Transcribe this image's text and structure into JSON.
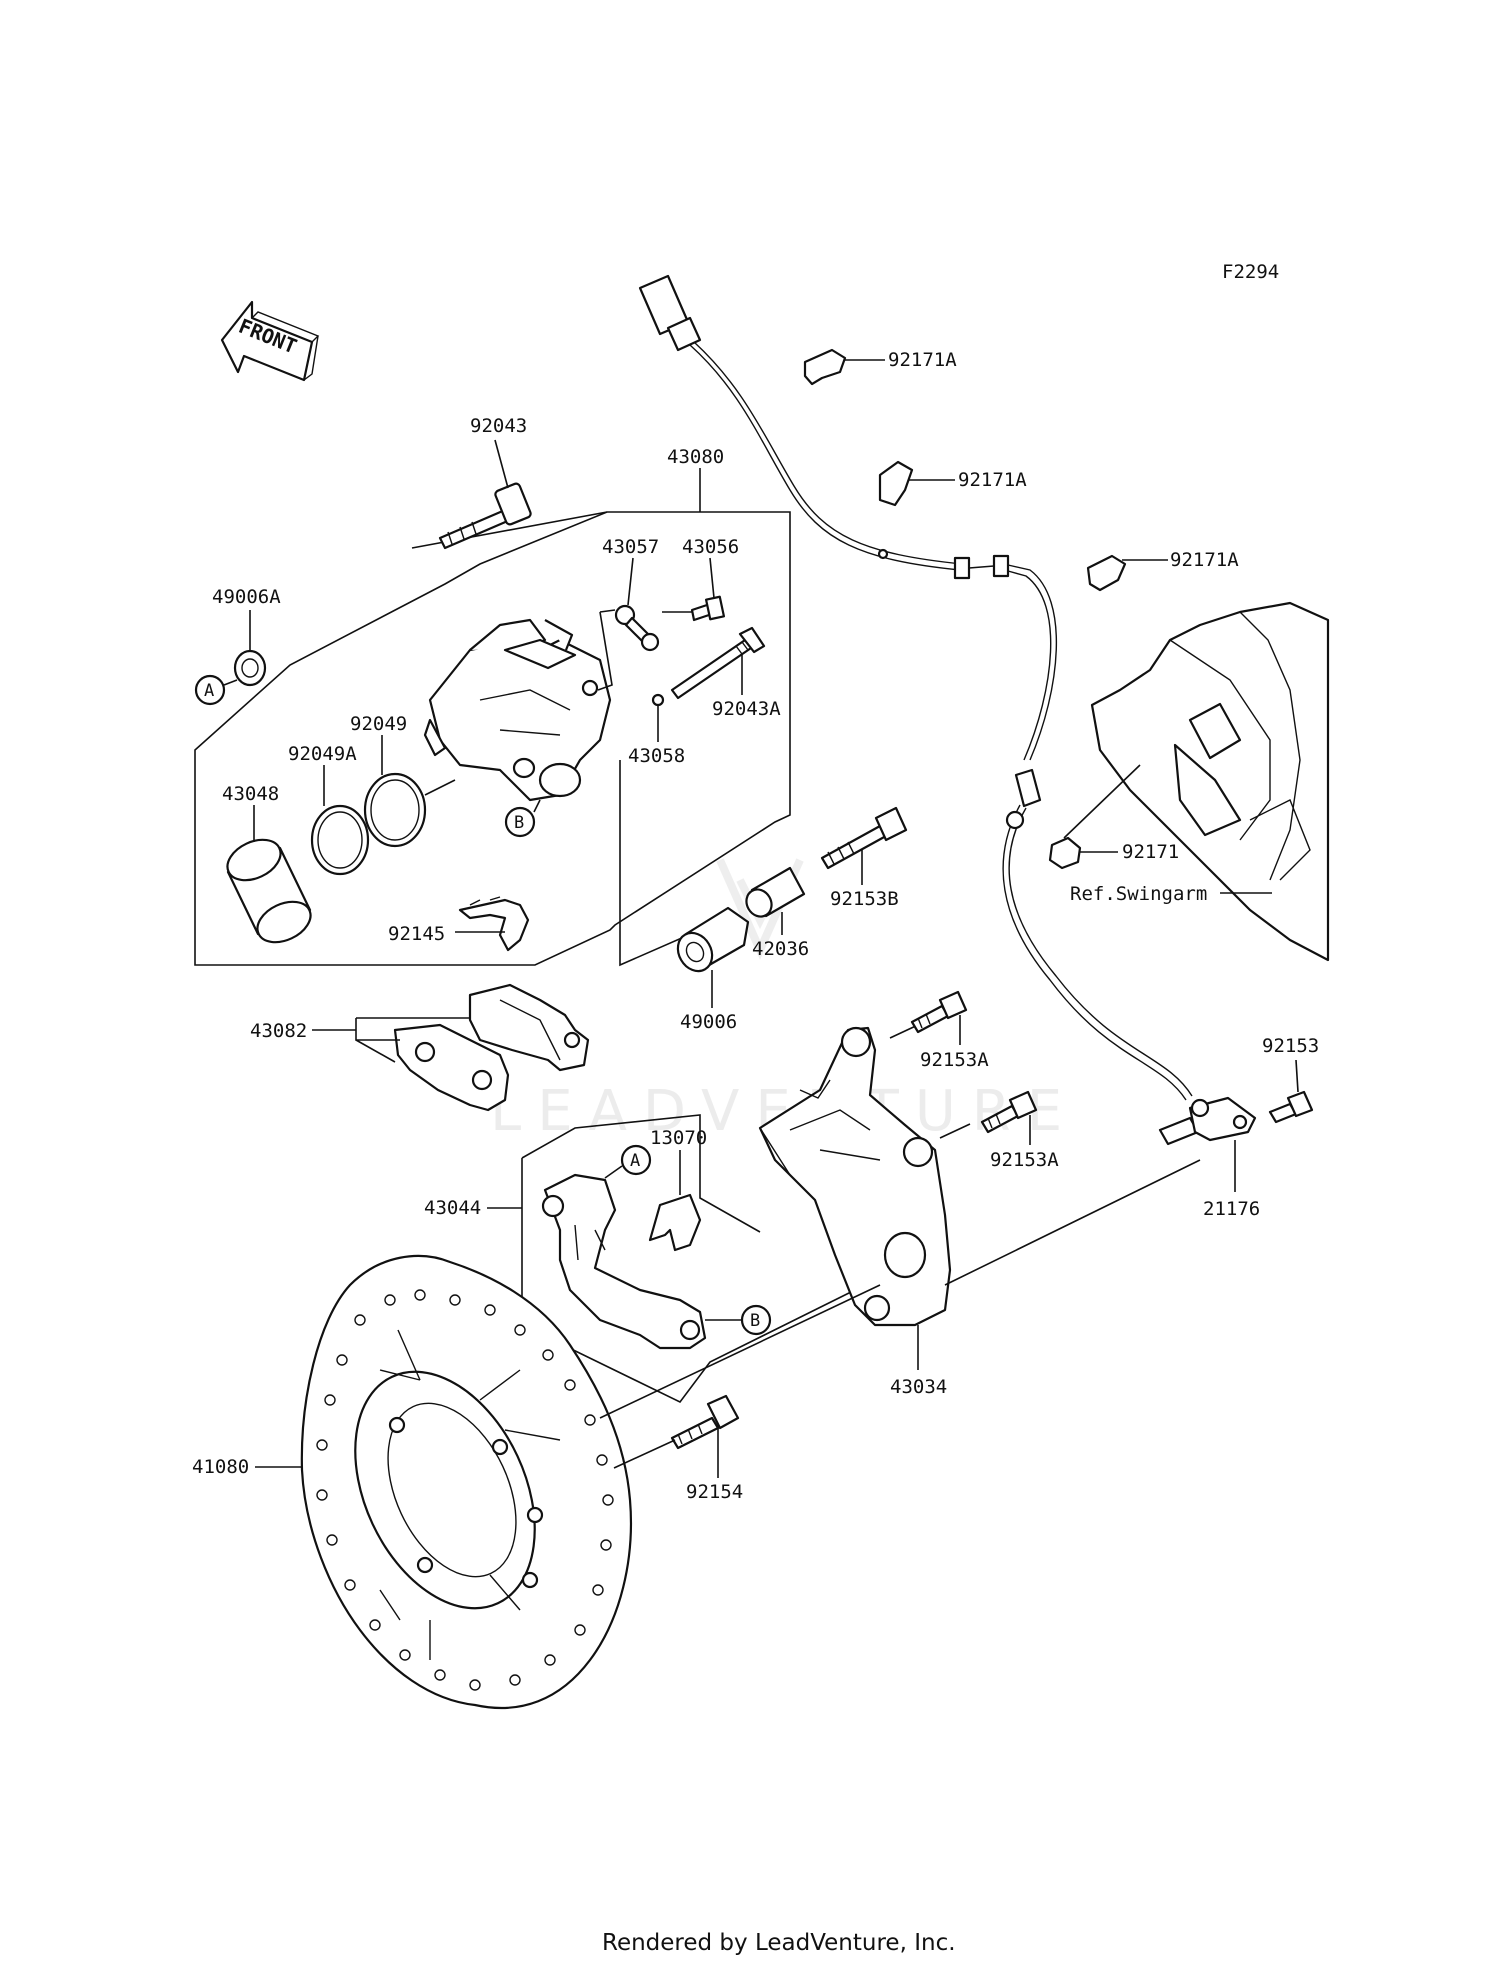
{
  "diagram": {
    "code": "F2294",
    "front_label": "FRONT",
    "footer": "Rendered by LeadVenture, Inc.",
    "watermark": "LEADVENTURE",
    "reference": "Ref.Swingarm",
    "callouts": {
      "a": "A",
      "b": "B"
    },
    "parts": [
      {
        "id": "p92043",
        "label": "92043"
      },
      {
        "id": "p43080",
        "label": "43080"
      },
      {
        "id": "p43057",
        "label": "43057"
      },
      {
        "id": "p43056",
        "label": "43056"
      },
      {
        "id": "p49006A",
        "label": "49006A"
      },
      {
        "id": "p92049",
        "label": "92049"
      },
      {
        "id": "p92049A",
        "label": "92049A"
      },
      {
        "id": "p92043A",
        "label": "92043A"
      },
      {
        "id": "p43058",
        "label": "43058"
      },
      {
        "id": "p43048",
        "label": "43048"
      },
      {
        "id": "p92145",
        "label": "92145"
      },
      {
        "id": "p92153B",
        "label": "92153B"
      },
      {
        "id": "p42036",
        "label": "42036"
      },
      {
        "id": "p49006",
        "label": "49006"
      },
      {
        "id": "p43082",
        "label": "43082"
      },
      {
        "id": "p92153A_1",
        "label": "92153A"
      },
      {
        "id": "p92153A_2",
        "label": "92153A"
      },
      {
        "id": "p92153",
        "label": "92153"
      },
      {
        "id": "p21176",
        "label": "21176"
      },
      {
        "id": "p13070",
        "label": "13070"
      },
      {
        "id": "p43044",
        "label": "43044"
      },
      {
        "id": "p43034",
        "label": "43034"
      },
      {
        "id": "p41080",
        "label": "41080"
      },
      {
        "id": "p92154",
        "label": "92154"
      },
      {
        "id": "p92171A_1",
        "label": "92171A"
      },
      {
        "id": "p92171A_2",
        "label": "92171A"
      },
      {
        "id": "p92171A_3",
        "label": "92171A"
      },
      {
        "id": "p92171",
        "label": "92171"
      }
    ]
  }
}
